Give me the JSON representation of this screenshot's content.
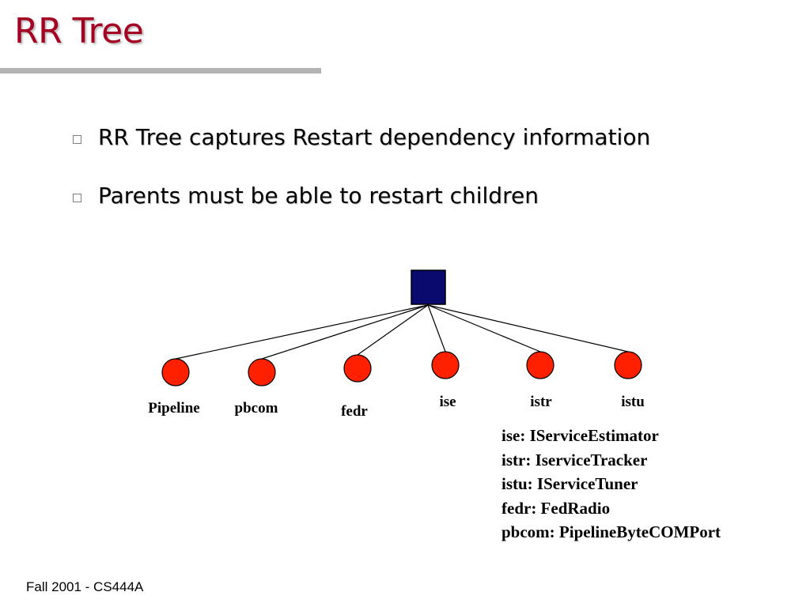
{
  "slide": {
    "title": "RR Tree",
    "bullets": [
      "RR Tree captures Restart dependency information",
      "Parents must be able to restart children"
    ],
    "footer": "Fall 2001 - CS444A"
  },
  "tree": {
    "colors": {
      "root": "#0a0a6e",
      "node": "#ff2000",
      "edge": "#000000"
    },
    "root_shape": "square",
    "child_shape": "circle",
    "children": [
      "Pipeline",
      "pbcom",
      "fedr",
      "ise",
      "istr",
      "istu"
    ]
  },
  "legend": [
    "ise:  IServiceEstimator",
    "istr: IserviceTracker",
    "istu: IServiceTuner",
    "fedr: FedRadio",
    "pbcom: PipelineByteCOMPort"
  ]
}
